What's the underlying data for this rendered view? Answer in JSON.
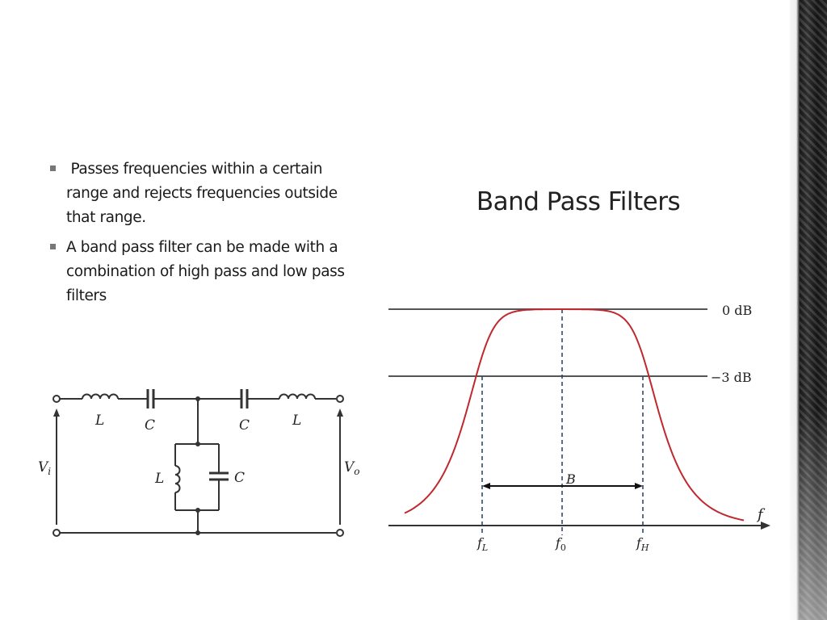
{
  "slide": {
    "title": "Band Pass Filters",
    "bullets": [
      " Passes frequencies within a certain range and rejects frequencies outside that range.",
      "A band pass filter can be made with a combination of high pass and low pass filters"
    ]
  },
  "circuit": {
    "labels": {
      "L_left": "L",
      "C_left": "C",
      "C_right": "C",
      "L_right": "L",
      "L_shunt": "L",
      "C_shunt": "C",
      "vin": "V",
      "vin_sub": "i",
      "vout": "V",
      "vout_sub": "o"
    }
  },
  "chart_data": {
    "type": "line",
    "title": "",
    "xlabel": "f",
    "ylabel": "",
    "reference_lines": [
      "0 dB",
      "−3 dB"
    ],
    "x_markers": [
      {
        "name": "fL",
        "base": "f",
        "sub": "L"
      },
      {
        "name": "f0",
        "base": "f",
        "sub": "0"
      },
      {
        "name": "fH",
        "base": "f",
        "sub": "H"
      }
    ],
    "bandwidth_label": "B",
    "curve_color": "#c0282d"
  }
}
